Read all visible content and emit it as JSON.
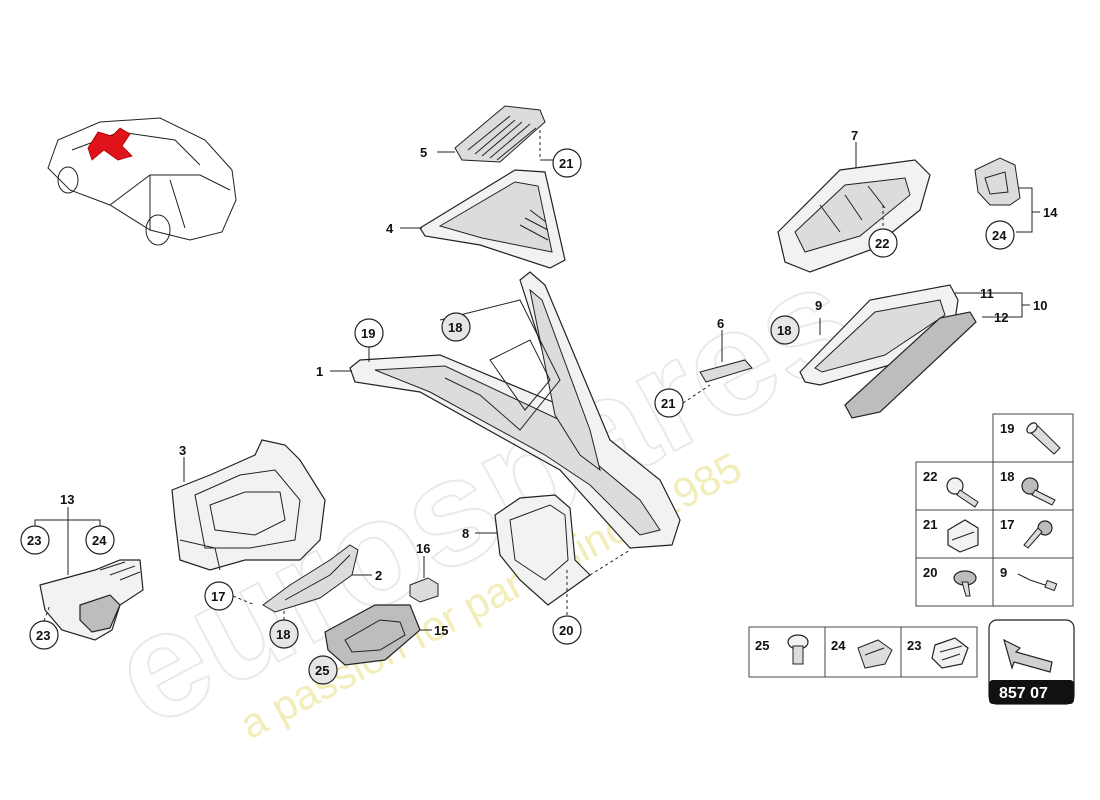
{
  "watermark": {
    "brand": "eurospares",
    "tagline": "a passion for parts since 1985"
  },
  "diagram_number": "857 07",
  "colors": {
    "highlight": "#e0131b",
    "line": "#222222",
    "watermark_tagline": "#efe9a8"
  },
  "callouts": {
    "p1": "1",
    "p2": "2",
    "p3": "3",
    "p4": "4",
    "p5": "5",
    "p6": "6",
    "p7": "7",
    "p8": "8",
    "p9": "9",
    "p10": "10",
    "p11": "11",
    "p12": "12",
    "p13": "13",
    "p14": "14",
    "p15": "15",
    "p16": "16",
    "c17": "17",
    "c18a": "18",
    "c18b": "18",
    "c18c": "18",
    "c19": "19",
    "c20": "20",
    "c21a": "21",
    "c21b": "21",
    "c22": "22",
    "c23a": "23",
    "c23b": "23",
    "c24a": "24",
    "c24b": "24",
    "c25": "25"
  },
  "hardware_grid": {
    "r1": "19",
    "r2a": "22",
    "r2b": "18",
    "r3a": "21",
    "r3b": "17",
    "r4a": "20",
    "r4b": "9"
  },
  "bottom_row": {
    "a": "25",
    "b": "24",
    "c": "23"
  }
}
